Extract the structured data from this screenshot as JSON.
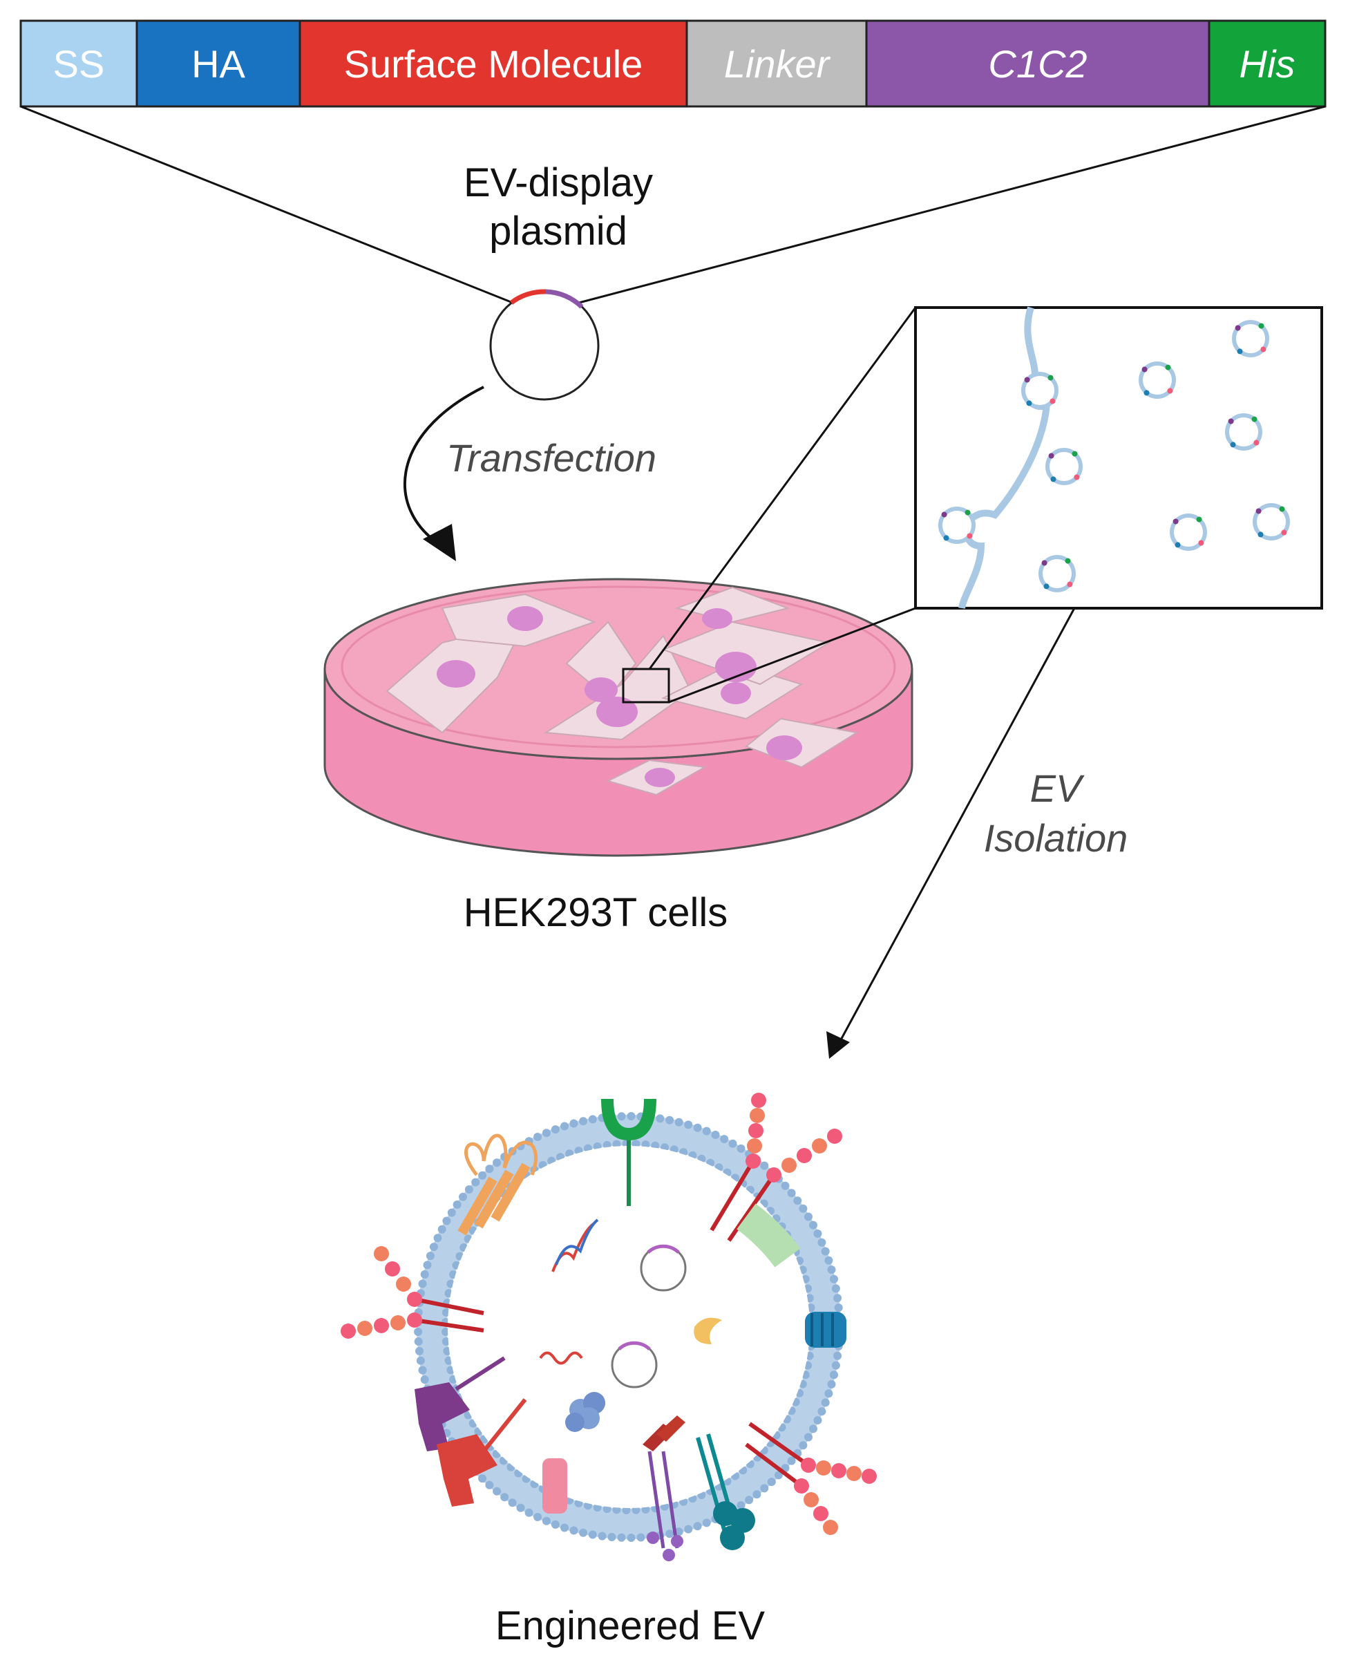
{
  "construct": {
    "segments": [
      {
        "label": "SS",
        "italic": false,
        "color": "#a9d3f0",
        "text_color": "#ffffff"
      },
      {
        "label": "HA",
        "italic": false,
        "color": "#1a73c1",
        "text_color": "#ffffff"
      },
      {
        "label": "Surface Molecule",
        "italic": false,
        "color": "#e1352e",
        "text_color": "#ffffff"
      },
      {
        "label": "Linker",
        "italic": true,
        "color": "#bdbdbd",
        "text_color": "#ffffff"
      },
      {
        "label": "C1C2",
        "italic": true,
        "color": "#8c57a8",
        "text_color": "#ffffff"
      },
      {
        "label": "His",
        "italic": true,
        "color": "#12a33b",
        "text_color": "#ffffff"
      }
    ]
  },
  "labels": {
    "plasmid_line1": "EV-display",
    "plasmid_line2": "plasmid",
    "transfection": "Transfection",
    "cells": "HEK293T cells",
    "isolation_line1": "EV",
    "isolation_line2": "Isolation",
    "engineered": "Engineered EV"
  },
  "colors": {
    "dish_medium": "#f4a6c1",
    "dish_side": "#f28fb4",
    "cell_body": "#f1dbe3",
    "nucleus": "#d88ad0",
    "membrane": "#a9c8e4",
    "lipid_head": "#8fb2d8"
  }
}
